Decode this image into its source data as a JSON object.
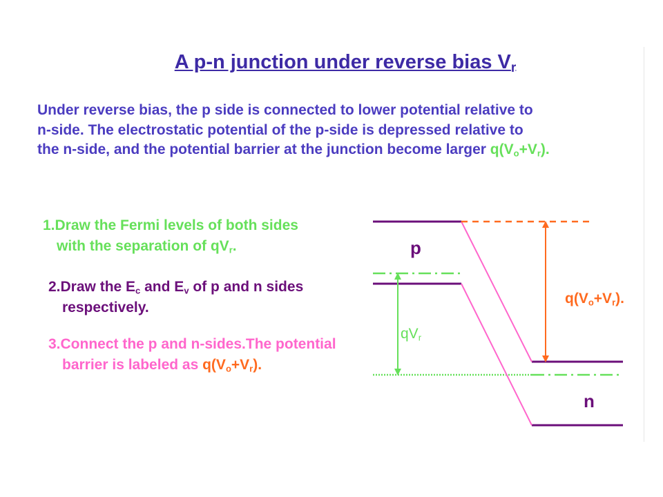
{
  "title": {
    "main": "A p-n junction under reverse bias V",
    "sub": "r"
  },
  "intro": {
    "line1": "Under reverse bias, the p side is connected to lower potential relative to",
    "line2": "n-side. The electrostatic potential of the p-side is depressed relative to",
    "line3": "the n-side, and the potential barrier at the junction become larger ",
    "expr_a": "q(V",
    "expr_sub1": "o",
    "expr_b": "+V",
    "expr_sub2": "r",
    "expr_c": ")."
  },
  "steps": {
    "s1_line1": "1.Draw the Fermi levels of both sides",
    "s1_line2": "with the separation of qV",
    "s1_sub": "r",
    "s1_end": ".",
    "s2_a": "2.Draw the E",
    "s2_sub1": "c",
    "s2_b": " and E",
    "s2_sub2": "v",
    "s2_c": " of p and n sides",
    "s2_line2": "respectively.",
    "s3_line1": "3.Connect the p and n-sides.The potential",
    "s3_line2": "barrier is labeled as ",
    "s3_expr_a": "q(V",
    "s3_expr_sub1": "o",
    "s3_expr_b": "+V",
    "s3_expr_sub2": "r",
    "s3_expr_c": ")."
  },
  "diagram": {
    "p_label": "p",
    "n_label": "n",
    "qvr_main": "qV",
    "qvr_sub": "r",
    "barrier_a": "q(V",
    "barrier_sub1": "o",
    "barrier_b": "+V",
    "barrier_sub2": "r",
    "barrier_c": ")."
  },
  "colors": {
    "title": "#3d2aa5",
    "intro": "#4b3cc0",
    "fermi_green": "#66e05a",
    "band_purple": "#6b0f7a",
    "connector_pink": "#ff66cc",
    "barrier_orange": "#ff6a1f"
  }
}
